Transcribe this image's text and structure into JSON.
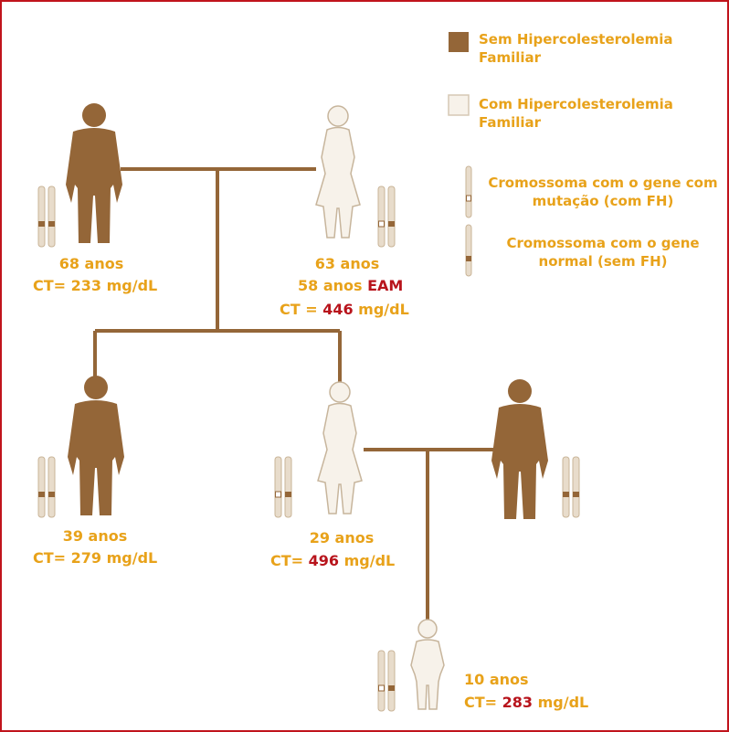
{
  "colors": {
    "frame": "#c0141c",
    "line": "#946638",
    "non_fh_figure": "#946638",
    "fh_figure_fill": "#f7f2ea",
    "fh_figure_stroke": "#c7b59c",
    "text": "#e8a21a",
    "highlight": "#b8141c"
  },
  "legend": {
    "non_fh_label": "Sem Hipercolesterolemia Familiar",
    "fh_label": "Com Hipercolesterolemia Familiar",
    "mutant_chromosome_label": "Cromossoma com o gene com mutação (com FH)",
    "normal_chromosome_label": "Cromossoma com o gene normal (sem FH)"
  },
  "people": {
    "grandfather": {
      "age": "68 anos",
      "ct_prefix": "CT= ",
      "ct_value": "233",
      "ct_unit": " mg/dL",
      "icon": "male-figure-icon"
    },
    "grandmother": {
      "age": "63 anos",
      "event_age": "58 anos ",
      "event": "EAM",
      "ct_prefix": "CT = ",
      "ct_value": "446",
      "ct_unit": " mg/dL",
      "icon": "female-figure-icon"
    },
    "son": {
      "age": "39 anos",
      "ct_prefix": "CT= ",
      "ct_value": "279",
      "ct_unit": " mg/dL",
      "icon": "male-figure-icon"
    },
    "daughter": {
      "age": "29 anos",
      "ct_prefix": "CT= ",
      "ct_value": "496",
      "ct_unit": " mg/dL",
      "icon": "female-figure-icon"
    },
    "son_in_law": {
      "icon": "male-figure-icon"
    },
    "grandchild": {
      "age": "10 anos",
      "ct_prefix": "CT= ",
      "ct_value": "283",
      "ct_unit": " mg/dL",
      "icon": "child-figure-icon"
    }
  }
}
